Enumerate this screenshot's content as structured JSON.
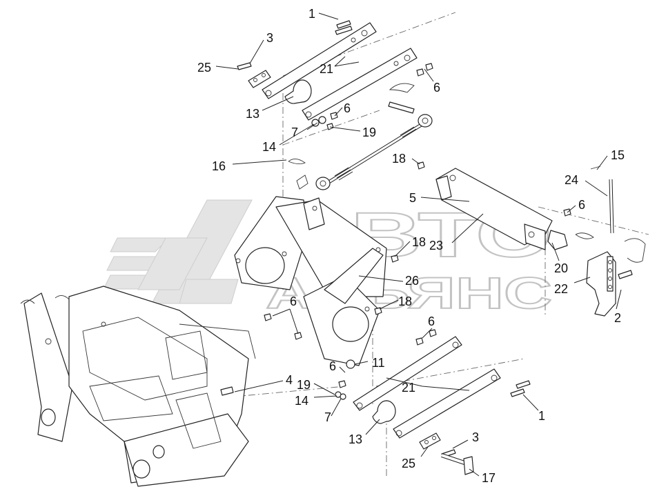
{
  "watermark": {
    "line1": "АВТО",
    "line2": "АЛЬЯНС"
  },
  "callouts": [
    {
      "id": "c1a",
      "label": "1"
    },
    {
      "id": "c3a",
      "label": "3"
    },
    {
      "id": "c25a",
      "label": "25"
    },
    {
      "id": "c21a",
      "label": "21"
    },
    {
      "id": "c6a",
      "label": "6"
    },
    {
      "id": "c13a",
      "label": "13"
    },
    {
      "id": "c6b",
      "label": "6"
    },
    {
      "id": "c7a",
      "label": "7"
    },
    {
      "id": "c19a",
      "label": "19"
    },
    {
      "id": "c14a",
      "label": "14"
    },
    {
      "id": "c16",
      "label": "16"
    },
    {
      "id": "c18a",
      "label": "18"
    },
    {
      "id": "c15",
      "label": "15"
    },
    {
      "id": "c24",
      "label": "24"
    },
    {
      "id": "c5",
      "label": "5"
    },
    {
      "id": "c6c",
      "label": "6"
    },
    {
      "id": "c18b",
      "label": "18"
    },
    {
      "id": "c23",
      "label": "23"
    },
    {
      "id": "c20",
      "label": "20"
    },
    {
      "id": "c26",
      "label": "26"
    },
    {
      "id": "c22",
      "label": "22"
    },
    {
      "id": "c6d",
      "label": "6"
    },
    {
      "id": "c18c",
      "label": "18"
    },
    {
      "id": "c2",
      "label": "2"
    },
    {
      "id": "c6e",
      "label": "6"
    },
    {
      "id": "c6f",
      "label": "6"
    },
    {
      "id": "c11",
      "label": "11"
    },
    {
      "id": "c4",
      "label": "4"
    },
    {
      "id": "c19b",
      "label": "19"
    },
    {
      "id": "c21b",
      "label": "21"
    },
    {
      "id": "c14b",
      "label": "14"
    },
    {
      "id": "c7b",
      "label": "7"
    },
    {
      "id": "c1b",
      "label": "1"
    },
    {
      "id": "c3b",
      "label": "3"
    },
    {
      "id": "c13b",
      "label": "13"
    },
    {
      "id": "c25b",
      "label": "25"
    },
    {
      "id": "c17",
      "label": "17"
    }
  ]
}
